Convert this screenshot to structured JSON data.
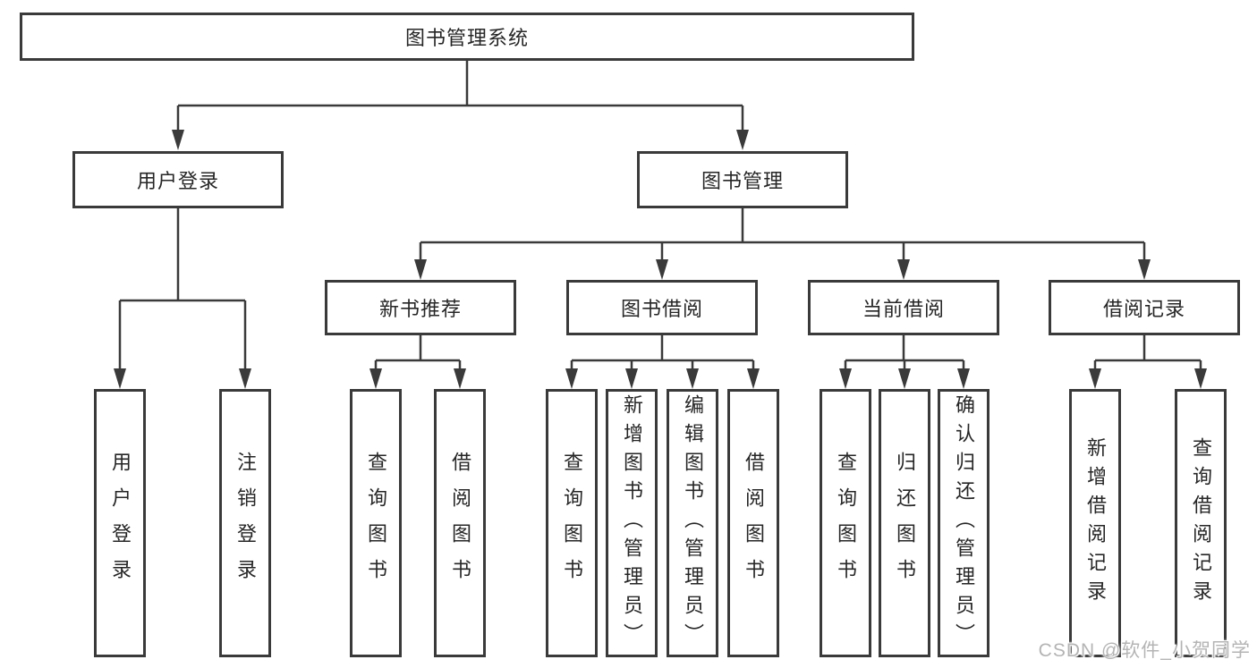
{
  "watermark": "CSDN @软件_小贺同学",
  "colors": {
    "line": "#3a3a3a",
    "box_border": "#3a3a3a",
    "text": "#262626",
    "watermark": "#b4b4b4",
    "background": "#ffffff"
  },
  "tree": {
    "root": {
      "label": "图书管理系统"
    },
    "children": [
      {
        "label": "用户登录",
        "children": [
          {
            "label": "用户登录"
          },
          {
            "label": "注销登录"
          }
        ]
      },
      {
        "label": "图书管理",
        "children": [
          {
            "label": "新书推荐",
            "children": [
              {
                "label": "查询图书"
              },
              {
                "label": "借阅图书"
              }
            ]
          },
          {
            "label": "图书借阅",
            "children": [
              {
                "label": "查询图书"
              },
              {
                "label": "新增图书（管理员）"
              },
              {
                "label": "编辑图书（管理员）"
              },
              {
                "label": "借阅图书"
              }
            ]
          },
          {
            "label": "当前借阅",
            "children": [
              {
                "label": "查询图书"
              },
              {
                "label": "归还图书"
              },
              {
                "label": "确认归还（管理员）"
              }
            ]
          },
          {
            "label": "借阅记录",
            "children": [
              {
                "label": "新增借阅记录"
              },
              {
                "label": "查询借阅记录"
              }
            ]
          }
        ]
      }
    ]
  }
}
